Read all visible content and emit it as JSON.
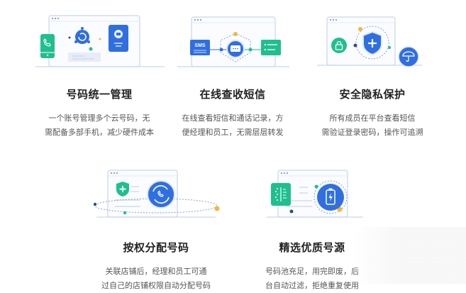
{
  "colors": {
    "blue": "#2f6fe0",
    "green": "#1fbf8f",
    "orange": "#f5b73a",
    "frame": "#c9d6ec",
    "title": "#222222",
    "desc": "#555555"
  },
  "features": [
    {
      "id": "number-management",
      "title": "号码统一管理",
      "desc_line1": "一个账号管理多个云号码，无",
      "desc_line2": "需配备多部手机，减少硬件成本",
      "icons": [
        "phone-icon",
        "sync-hub-icon",
        "folder-icon"
      ]
    },
    {
      "id": "online-sms",
      "title": "在线查收短信",
      "desc_line1": "在线查看短信和通话记录，方",
      "desc_line2": "便经理和员工，无需层层转发",
      "sms_label": "SMS",
      "icons": [
        "sms-icon",
        "chat-bubble-icon",
        "list-icon"
      ]
    },
    {
      "id": "privacy",
      "title": "安全隐私保护",
      "desc_line1": "所有成员在平台查看短信",
      "desc_line2": "需验证登录密码，操作可追溯",
      "icons": [
        "lock-icon",
        "shield-plus-icon",
        "umbrella-icon"
      ]
    },
    {
      "id": "permission-assign",
      "title": "按权分配号码",
      "desc_line1": "关联店铺后，经理和员工可通",
      "desc_line2": "过自己的店铺权限自动分配号码",
      "icons": [
        "shield-plus-icon",
        "phone-sync-icon"
      ]
    },
    {
      "id": "quality-source",
      "title": "精选优质号源",
      "desc_line1": "号码池充足，用完即废，后",
      "desc_line2": "台自动过滤，拒绝重复使用",
      "icons": [
        "filter-icon",
        "battery-charge-icon"
      ]
    }
  ]
}
